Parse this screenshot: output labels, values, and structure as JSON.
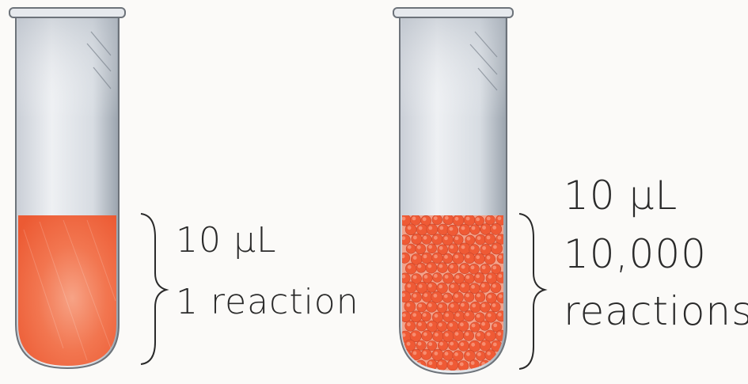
{
  "colors": {
    "background": "#fbfaf8",
    "tube_glass": "#dfe3e8",
    "tube_shade": "#8f98a3",
    "liquid": "#f0643d",
    "droplet": "#ef5a35",
    "droplet_highlight": "#f79a80",
    "ink": "#2a2a2a"
  },
  "left_tube": {
    "volume": "10 µL",
    "count": "1 reaction",
    "fill": "bulk-liquid"
  },
  "right_tube": {
    "volume": "10 µL",
    "count": "10,000",
    "unit": "reactions",
    "fill": "droplets"
  },
  "icons": [
    "test-tube",
    "curly-brace",
    "droplet"
  ]
}
